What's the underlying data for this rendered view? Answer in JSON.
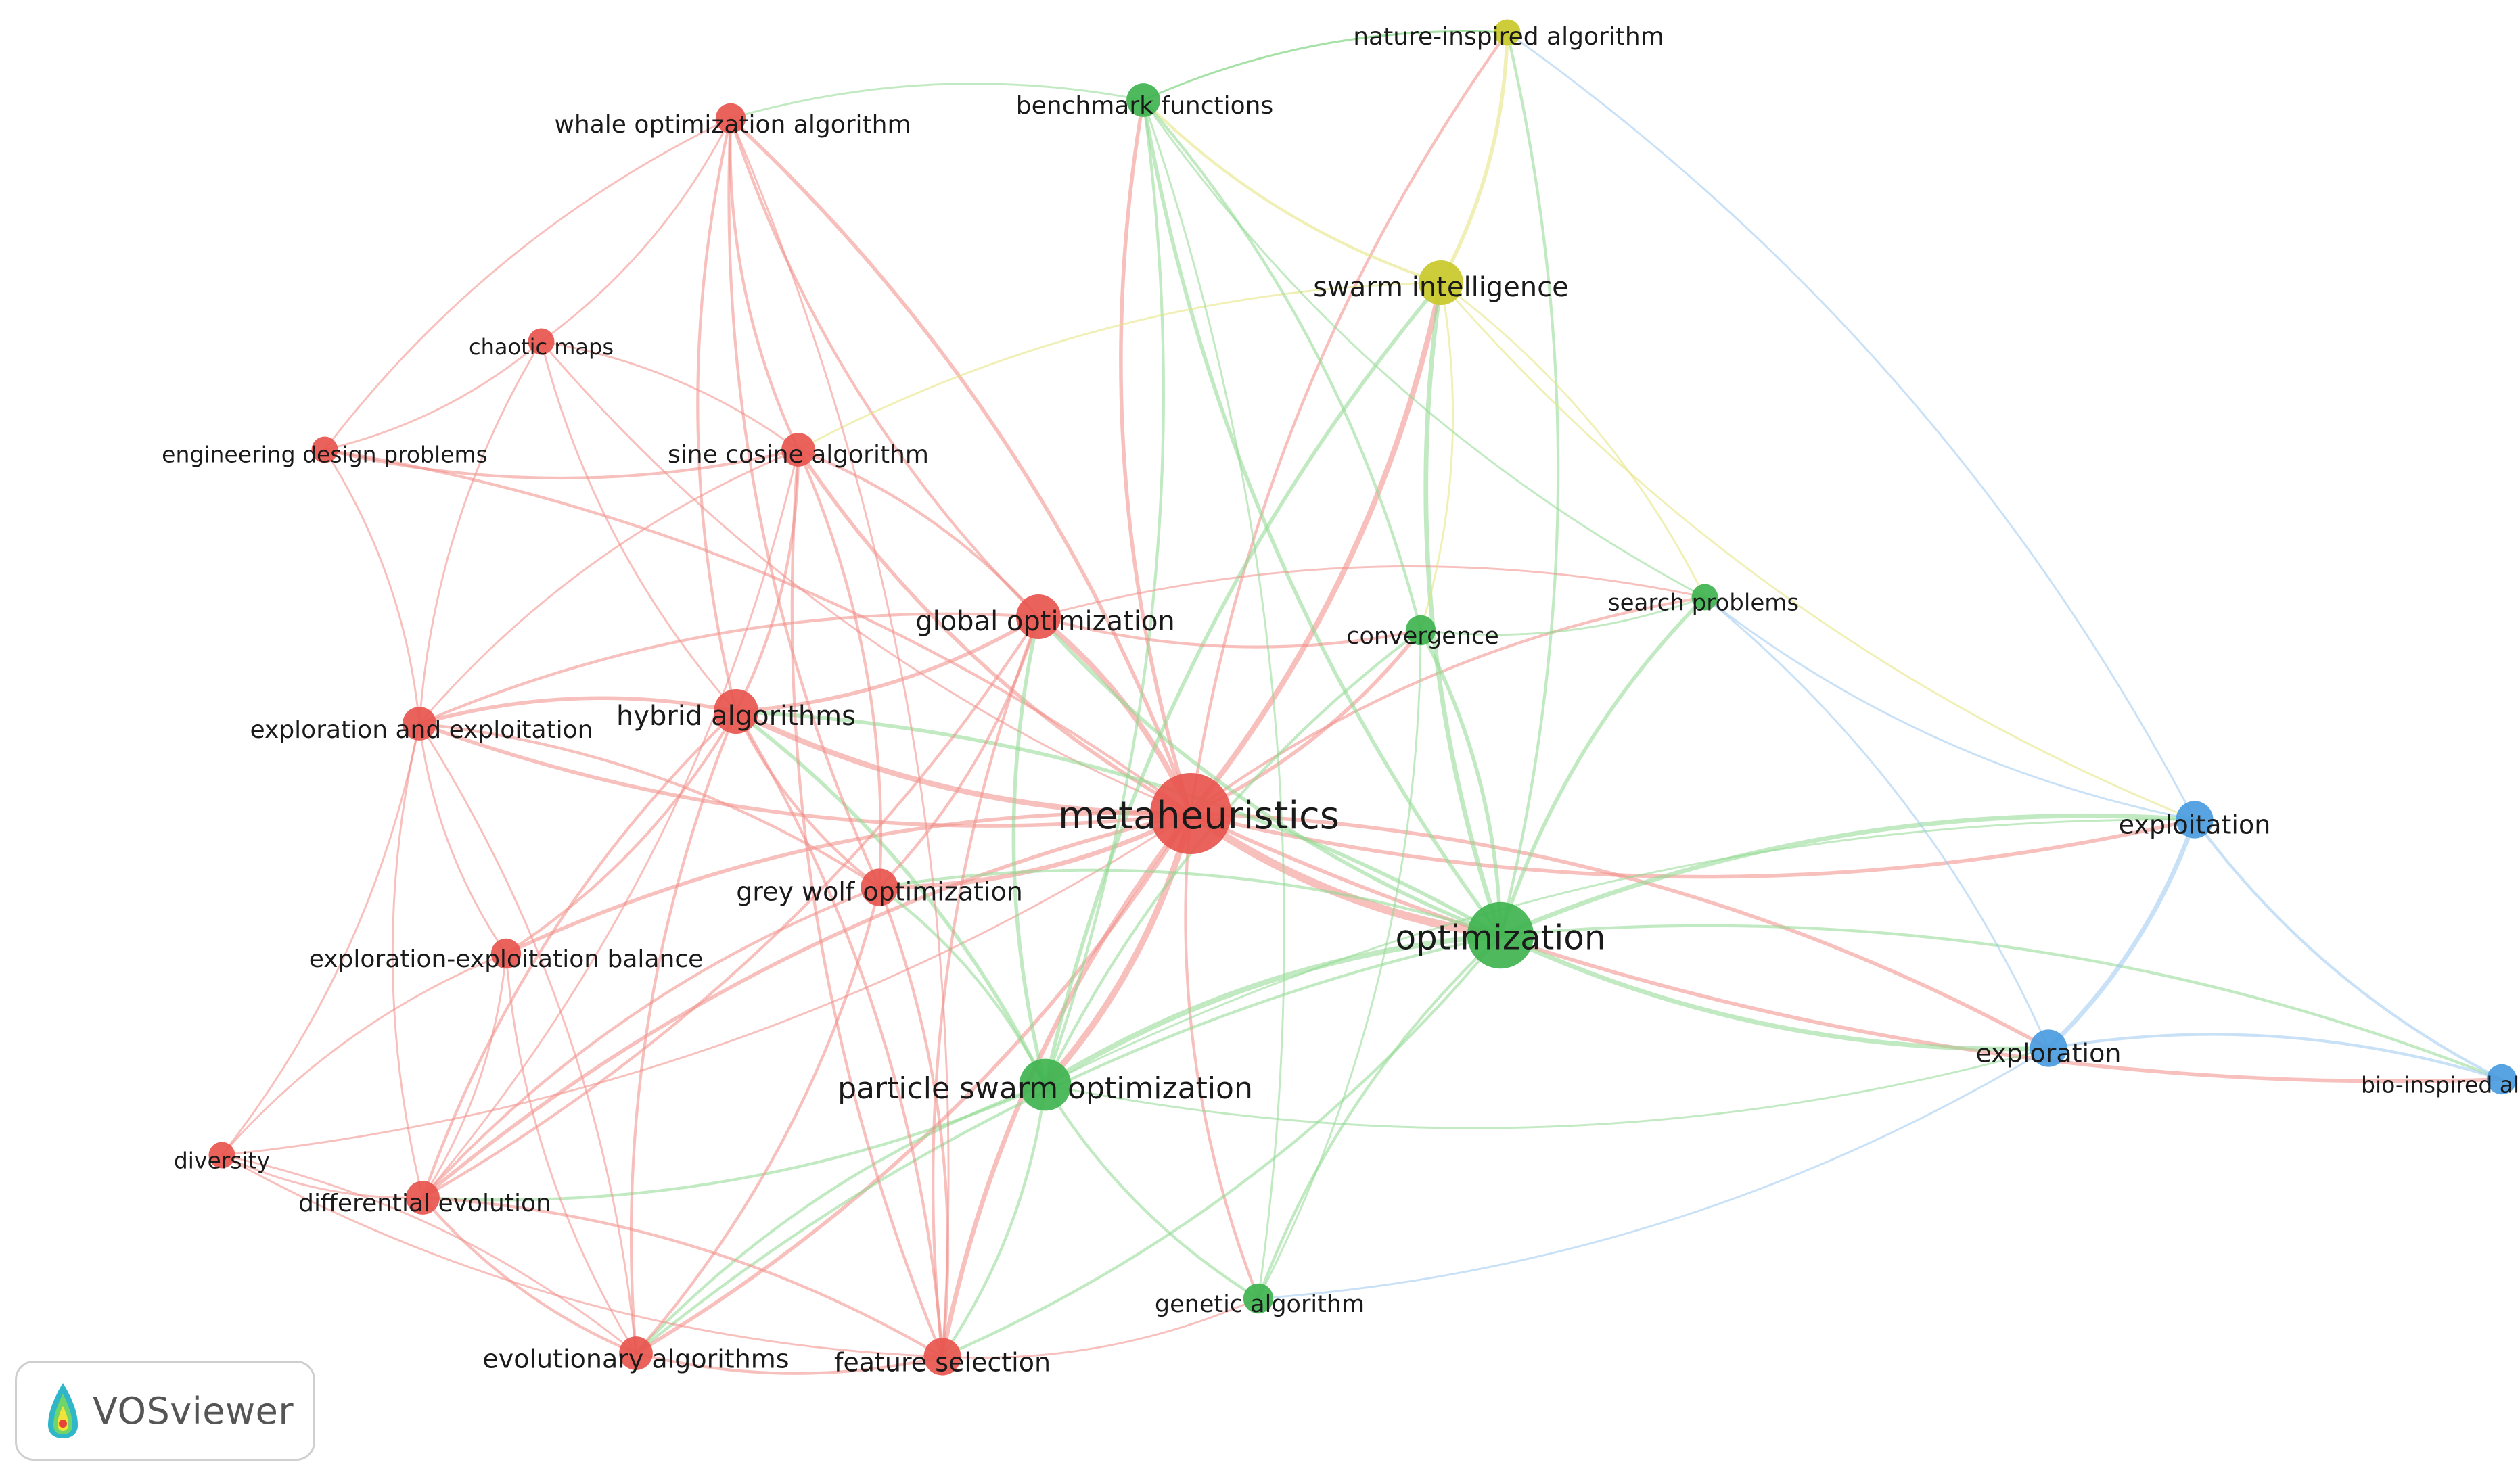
{
  "title": "",
  "brand": {
    "name": "VOSviewer"
  },
  "colors": {
    "red": "#e8554e",
    "green": "#3fb34f",
    "blue": "#4a9be0",
    "yellow": "#c9c92a",
    "edge_red": "#f08c86",
    "edge_green": "#8fd88f",
    "edge_blue": "#9cc8ee",
    "edge_yellow": "#e3e37a"
  },
  "nodes": [
    {
      "id": "metaheuristics",
      "label": "metaheuristics",
      "cluster": "red",
      "weight": 10
    },
    {
      "id": "optimization",
      "label": "optimization",
      "cluster": "green",
      "weight": 8
    },
    {
      "id": "pso",
      "label": "particle swarm optimization",
      "cluster": "green",
      "weight": 6
    },
    {
      "id": "global_opt",
      "label": "global optimization",
      "cluster": "red",
      "weight": 5
    },
    {
      "id": "hybrid",
      "label": "hybrid algorithms",
      "cluster": "red",
      "weight": 5
    },
    {
      "id": "swarm",
      "label": "swarm intelligence",
      "cluster": "yellow",
      "weight": 5
    },
    {
      "id": "grey_wolf",
      "label": "grey wolf optimization",
      "cluster": "red",
      "weight": 4
    },
    {
      "id": "feature_sel",
      "label": "feature selection",
      "cluster": "red",
      "weight": 4
    },
    {
      "id": "evo_alg",
      "label": "evolutionary algorithms",
      "cluster": "red",
      "weight": 3.5
    },
    {
      "id": "diff_evo",
      "label": "differential evolution",
      "cluster": "red",
      "weight": 3.5
    },
    {
      "id": "sine_cosine",
      "label": "sine cosine algorithm",
      "cluster": "red",
      "weight": 3.5
    },
    {
      "id": "whale",
      "label": "whale optimization algorithm",
      "cluster": "red",
      "weight": 3
    },
    {
      "id": "expl_expl",
      "label": "exploration and exploitation",
      "cluster": "red",
      "weight": 3.5
    },
    {
      "id": "eeb",
      "label": "exploration-exploitation balance",
      "cluster": "red",
      "weight": 3
    },
    {
      "id": "chaotic",
      "label": "chaotic maps",
      "cluster": "red",
      "weight": 2.5
    },
    {
      "id": "eng_design",
      "label": "engineering design problems",
      "cluster": "red",
      "weight": 2.5
    },
    {
      "id": "diversity",
      "label": "diversity",
      "cluster": "red",
      "weight": 2.5
    },
    {
      "id": "benchmark",
      "label": "benchmark functions",
      "cluster": "green",
      "weight": 3.5
    },
    {
      "id": "convergence",
      "label": "convergence",
      "cluster": "green",
      "weight": 3
    },
    {
      "id": "search",
      "label": "search problems",
      "cluster": "green",
      "weight": 2.5
    },
    {
      "id": "genetic",
      "label": "genetic algorithm",
      "cluster": "green",
      "weight": 3
    },
    {
      "id": "nature",
      "label": "nature-inspired algorithm",
      "cluster": "yellow",
      "weight": 2.5
    },
    {
      "id": "exploitation",
      "label": "exploitation",
      "cluster": "blue",
      "weight": 4
    },
    {
      "id": "exploration",
      "label": "exploration",
      "cluster": "blue",
      "weight": 4
    },
    {
      "id": "bio_inspired",
      "label": "bio-inspired al",
      "cluster": "blue",
      "weight": 3
    }
  ],
  "edges": [
    [
      "metaheuristics",
      "optimization",
      8
    ],
    [
      "metaheuristics",
      "pso",
      6
    ],
    [
      "metaheuristics",
      "global_opt",
      5
    ],
    [
      "metaheuristics",
      "hybrid",
      5
    ],
    [
      "metaheuristics",
      "swarm",
      5
    ],
    [
      "metaheuristics",
      "grey_wolf",
      4
    ],
    [
      "metaheuristics",
      "feature_sel",
      4
    ],
    [
      "metaheuristics",
      "evo_alg",
      3
    ],
    [
      "metaheuristics",
      "diff_evo",
      3
    ],
    [
      "metaheuristics",
      "sine_cosine",
      3
    ],
    [
      "metaheuristics",
      "whale",
      3
    ],
    [
      "metaheuristics",
      "expl_expl",
      3
    ],
    [
      "metaheuristics",
      "eeb",
      3
    ],
    [
      "metaheuristics",
      "benchmark",
      3
    ],
    [
      "metaheuristics",
      "convergence",
      3
    ],
    [
      "metaheuristics",
      "search",
      2
    ],
    [
      "metaheuristics",
      "genetic",
      2
    ],
    [
      "metaheuristics",
      "nature",
      2
    ],
    [
      "metaheuristics",
      "exploitation",
      3
    ],
    [
      "metaheuristics",
      "exploration",
      3
    ],
    [
      "metaheuristics",
      "bio_inspired",
      3
    ],
    [
      "metaheuristics",
      "chaotic",
      1
    ],
    [
      "metaheuristics",
      "eng_design",
      2
    ],
    [
      "metaheuristics",
      "diversity",
      1
    ],
    [
      "optimization",
      "pso",
      5
    ],
    [
      "optimization",
      "global_opt",
      3
    ],
    [
      "optimization",
      "hybrid",
      3
    ],
    [
      "optimization",
      "swarm",
      4
    ],
    [
      "optimization",
      "grey_wolf",
      2
    ],
    [
      "optimization",
      "feature_sel",
      2
    ],
    [
      "optimization",
      "evo_alg",
      2
    ],
    [
      "optimization",
      "benchmark",
      3
    ],
    [
      "optimization",
      "convergence",
      3
    ],
    [
      "optimization",
      "search",
      3
    ],
    [
      "optimization",
      "genetic",
      2
    ],
    [
      "optimization",
      "exploitation",
      4
    ],
    [
      "optimization",
      "exploration",
      4
    ],
    [
      "optimization",
      "bio_inspired",
      2
    ],
    [
      "optimization",
      "nature",
      2
    ],
    [
      "pso",
      "global_opt",
      3
    ],
    [
      "pso",
      "hybrid",
      3
    ],
    [
      "pso",
      "swarm",
      3
    ],
    [
      "pso",
      "grey_wolf",
      2
    ],
    [
      "pso",
      "feature_sel",
      2
    ],
    [
      "pso",
      "evo_alg",
      2
    ],
    [
      "pso",
      "diff_evo",
      2
    ],
    [
      "pso",
      "benchmark",
      2
    ],
    [
      "pso",
      "convergence",
      2
    ],
    [
      "pso",
      "genetic",
      2
    ],
    [
      "pso",
      "exploitation",
      1
    ],
    [
      "pso",
      "exploration",
      1
    ],
    [
      "global_opt",
      "hybrid",
      3
    ],
    [
      "global_opt",
      "sine_cosine",
      2
    ],
    [
      "global_opt",
      "whale",
      2
    ],
    [
      "global_opt",
      "expl_expl",
      2
    ],
    [
      "global_opt",
      "grey_wolf",
      2
    ],
    [
      "global_opt",
      "feature_sel",
      2
    ],
    [
      "global_opt",
      "diff_evo",
      2
    ],
    [
      "global_opt",
      "convergence",
      2
    ],
    [
      "global_opt",
      "search",
      1
    ],
    [
      "hybrid",
      "sine_cosine",
      2
    ],
    [
      "hybrid",
      "whale",
      2
    ],
    [
      "hybrid",
      "expl_expl",
      3
    ],
    [
      "hybrid",
      "eeb",
      2
    ],
    [
      "hybrid",
      "grey_wolf",
      2
    ],
    [
      "hybrid",
      "feature_sel",
      2
    ],
    [
      "hybrid",
      "diff_evo",
      2
    ],
    [
      "hybrid",
      "chaotic",
      1
    ],
    [
      "hybrid",
      "evo_alg",
      2
    ],
    [
      "swarm",
      "benchmark",
      2
    ],
    [
      "swarm",
      "nature",
      3
    ],
    [
      "swarm",
      "convergence",
      1
    ],
    [
      "swarm",
      "exploitation",
      1
    ],
    [
      "swarm",
      "search",
      1
    ],
    [
      "swarm",
      "sine_cosine",
      1
    ],
    [
      "grey_wolf",
      "whale",
      2
    ],
    [
      "grey_wolf",
      "sine_cosine",
      2
    ],
    [
      "grey_wolf",
      "feature_sel",
      2
    ],
    [
      "grey_wolf",
      "diff_evo",
      2
    ],
    [
      "grey_wolf",
      "evo_alg",
      2
    ],
    [
      "grey_wolf",
      "expl_expl",
      2
    ],
    [
      "feature_sel",
      "evo_alg",
      2
    ],
    [
      "feature_sel",
      "diff_evo",
      2
    ],
    [
      "feature_sel",
      "diversity",
      1
    ],
    [
      "feature_sel",
      "genetic",
      1
    ],
    [
      "feature_sel",
      "sine_cosine",
      2
    ],
    [
      "feature_sel",
      "whale",
      1
    ],
    [
      "evo_alg",
      "diff_evo",
      2
    ],
    [
      "evo_alg",
      "diversity",
      1
    ],
    [
      "evo_alg",
      "eeb",
      1
    ],
    [
      "evo_alg",
      "expl_expl",
      1
    ],
    [
      "diff_evo",
      "diversity",
      1
    ],
    [
      "diff_evo",
      "eeb",
      1
    ],
    [
      "diff_evo",
      "expl_expl",
      1
    ],
    [
      "diff_evo",
      "sine_cosine",
      1
    ],
    [
      "sine_cosine",
      "whale",
      2
    ],
    [
      "sine_cosine",
      "chaotic",
      1
    ],
    [
      "sine_cosine",
      "eng_design",
      2
    ],
    [
      "sine_cosine",
      "expl_expl",
      1
    ],
    [
      "whale",
      "chaotic",
      1
    ],
    [
      "whale",
      "eng_design",
      1
    ],
    [
      "chaotic",
      "eng_design",
      1
    ],
    [
      "chaotic",
      "expl_expl",
      1
    ],
    [
      "eng_design",
      "expl_expl",
      1
    ],
    [
      "expl_expl",
      "eeb",
      1
    ],
    [
      "expl_expl",
      "diversity",
      1
    ],
    [
      "eeb",
      "diversity",
      1
    ],
    [
      "benchmark",
      "convergence",
      2
    ],
    [
      "benchmark",
      "search",
      1
    ],
    [
      "benchmark",
      "genetic",
      1
    ],
    [
      "benchmark",
      "whale",
      1
    ],
    [
      "benchmark",
      "nature",
      1
    ],
    [
      "convergence",
      "search",
      1
    ],
    [
      "convergence",
      "genetic",
      1
    ],
    [
      "search",
      "exploitation",
      1
    ],
    [
      "search",
      "exploration",
      1
    ],
    [
      "genetic",
      "exploration",
      1
    ],
    [
      "nature",
      "exploitation",
      1
    ],
    [
      "nature",
      "benchmark",
      1
    ],
    [
      "exploitation",
      "exploration",
      4
    ],
    [
      "exploitation",
      "bio_inspired",
      2
    ],
    [
      "exploration",
      "bio_inspired",
      2
    ]
  ]
}
